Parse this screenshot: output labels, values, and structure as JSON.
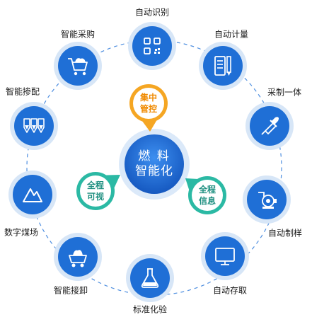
{
  "center": {
    "line1": "燃 料",
    "line2": "智能化"
  },
  "pins": {
    "top": {
      "line1": "集中",
      "line2": "管控",
      "color": "#f5a623"
    },
    "left": {
      "line1": "全程",
      "line2": "可视",
      "color": "#2bb9a4"
    },
    "right": {
      "line1": "全程",
      "line2": "信息",
      "color": "#2bb9a4"
    }
  },
  "nodes": [
    {
      "label": "自动识别",
      "icon": "qr-code-icon"
    },
    {
      "label": "自动计量",
      "icon": "document-icon"
    },
    {
      "label": "采制一体",
      "icon": "pipette-icon"
    },
    {
      "label": "自动制样",
      "icon": "pump-icon"
    },
    {
      "label": "自动存取",
      "icon": "monitor-icon"
    },
    {
      "label": "标准化验",
      "icon": "flask-icon"
    },
    {
      "label": "智能接卸",
      "icon": "cart-icon"
    },
    {
      "label": "数字煤场",
      "icon": "mountain-icon"
    },
    {
      "label": "智能掺配",
      "icon": "hoppers-icon"
    },
    {
      "label": "智能采购",
      "icon": "shopping-cart-icon"
    }
  ],
  "colors": {
    "node": "#1f6fd6",
    "ring": "#d7e6f7",
    "dash": "#4f8fe0",
    "center": "#1f6fd6"
  }
}
